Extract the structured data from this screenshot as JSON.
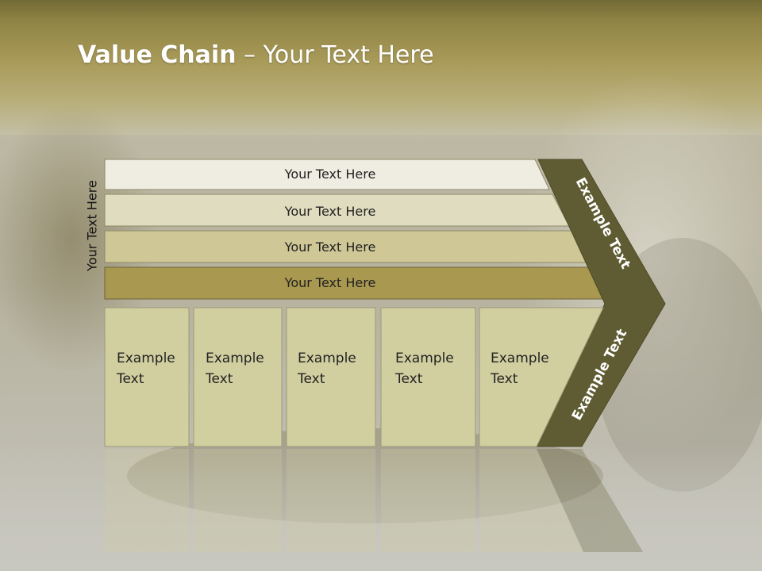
{
  "title": {
    "bold": "Value Chain",
    "rest": " – Your Text Here"
  },
  "side_label": "Your Text Here",
  "rows": [
    {
      "label": "Your Text Here",
      "color": "#efede2"
    },
    {
      "label": "Your Text Here",
      "color": "#e0dcbf"
    },
    {
      "label": "Your Text Here",
      "color": "#cfc796"
    },
    {
      "label": "Your Text Here",
      "color": "#a9984f"
    }
  ],
  "cells": [
    {
      "line1": "Example",
      "line2": "Text"
    },
    {
      "line1": "Example",
      "line2": "Text"
    },
    {
      "line1": "Example",
      "line2": "Text"
    },
    {
      "line1": "Example",
      "line2": "Text"
    },
    {
      "line1": "Example",
      "line2": "Text"
    }
  ],
  "arrow_top_label": "Example Text",
  "arrow_bottom_label": "Example Text",
  "colors": {
    "header": "#9c8e4c",
    "arrow": "#5f5c33",
    "cell": "#d1cfa0"
  }
}
